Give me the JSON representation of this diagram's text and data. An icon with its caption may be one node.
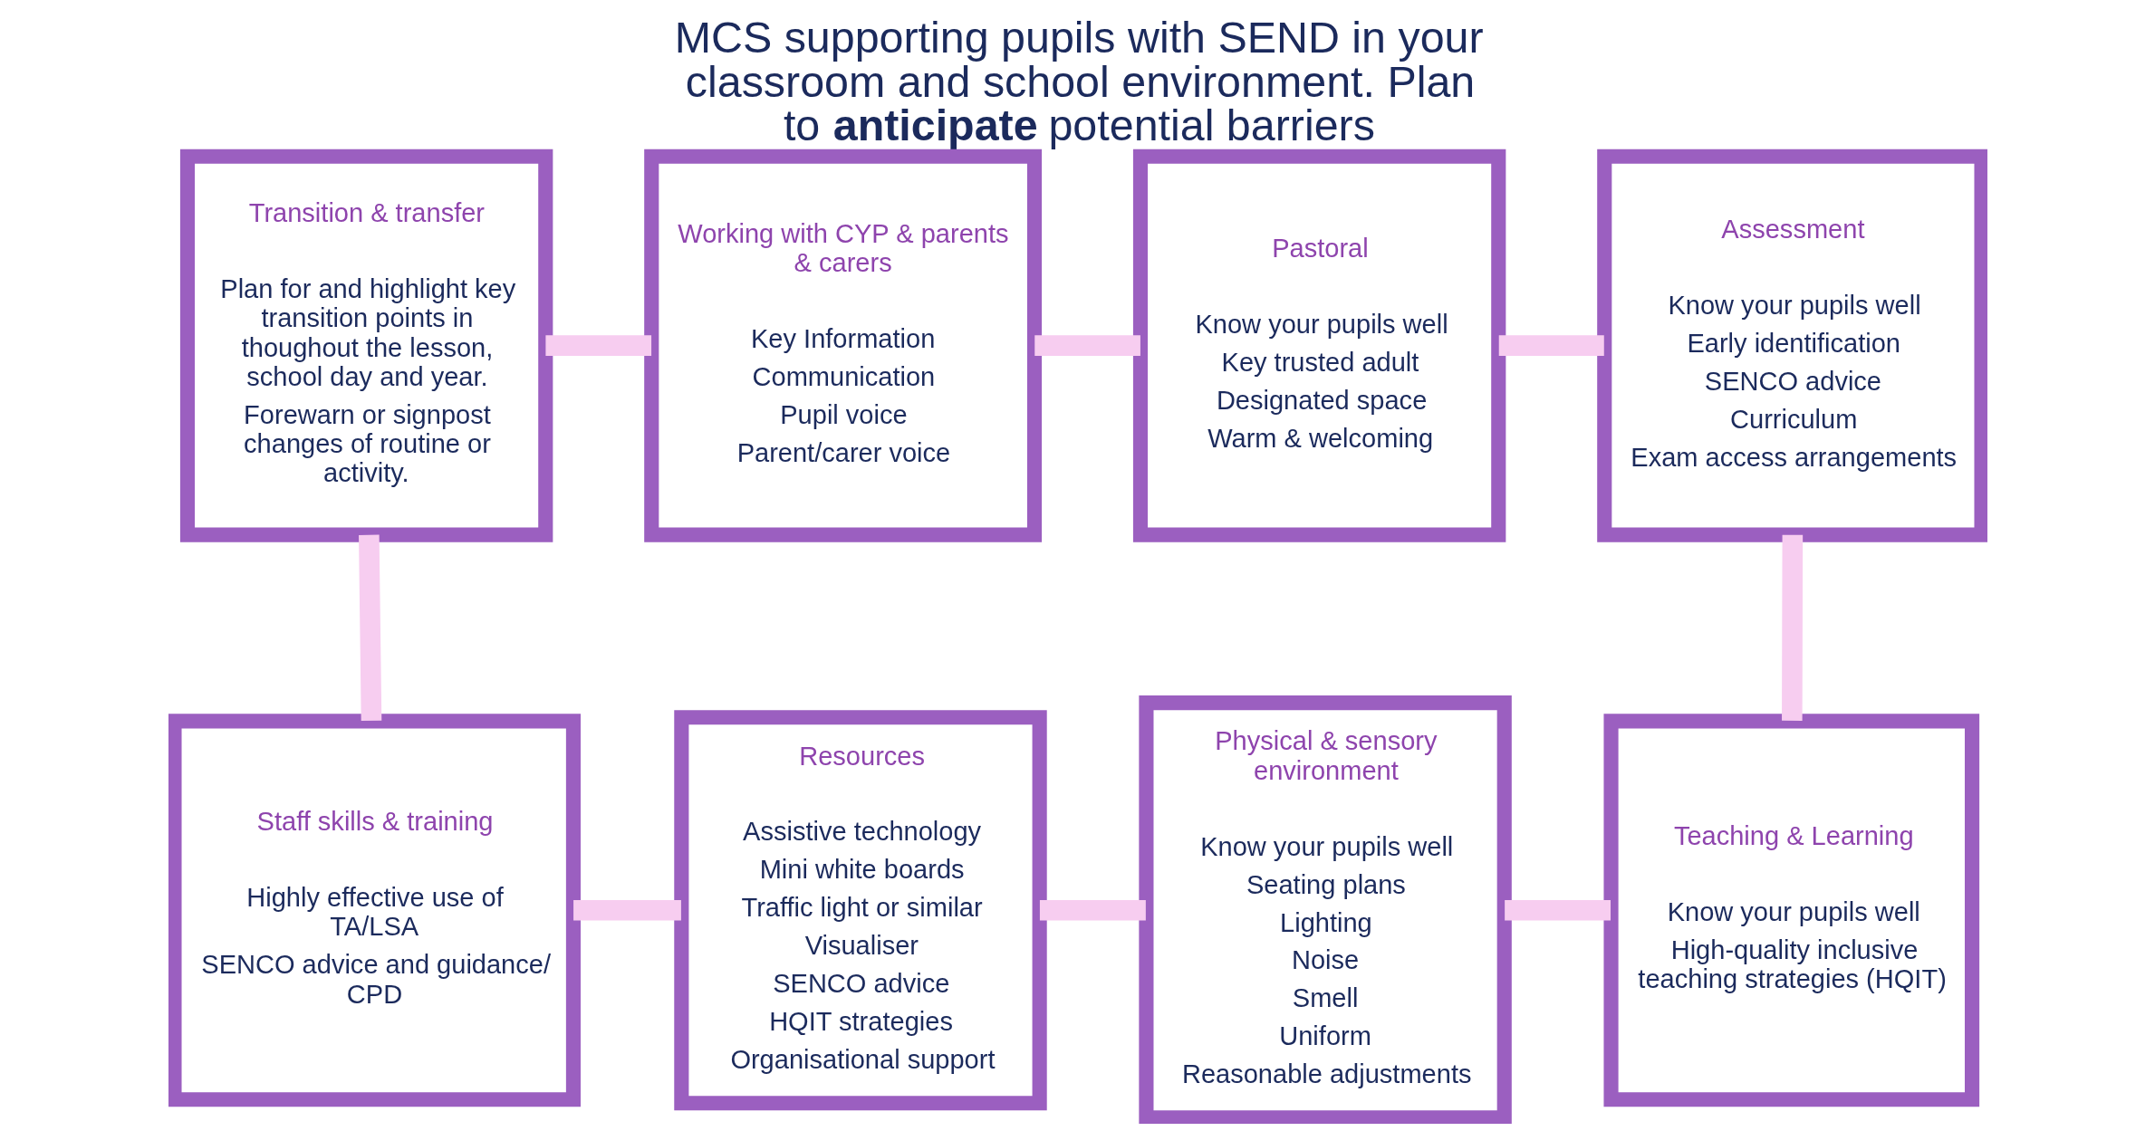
{
  "diagram": {
    "title": "MCS supporting pupils with SEND in your classroom and school environment. Plan to **anticipate** potential barriers",
    "nodes": [
      {
        "text": [
          "Transition & transfer",
          "Plan for and highlight key transition points in thoughout the lesson, school day and year.",
          "Forewarn or signpost changes of routine or activity."
        ]
      },
      {
        "text": [
          "Working with CYP & parents & carers",
          "Key Information",
          "Communication",
          "Pupil voice",
          "Parent/carer voice"
        ]
      },
      {
        "text": [
          "Pastoral",
          "Know your pupils well",
          "Key trusted adult",
          "Designated space",
          "Warm & welcoming"
        ]
      },
      {
        "text": [
          "Assessment",
          "Know your pupils well",
          "Early identification",
          "SENCO advice",
          "Curriculum",
          "Exam access arrangements"
        ]
      },
      {
        "text": [
          "Staff skills & training",
          "Highly effective use of TA/LSA",
          "SENCO advice and guidance/ CPD"
        ]
      },
      {
        "text": [
          "Resources",
          "Assistive technology",
          "Mini white boards",
          "Traffic light or similar",
          "Visualiser",
          "SENCO advice",
          "HQIT strategies",
          "Organisational support"
        ]
      },
      {
        "text": [
          "Physical & sensory environment",
          "Know your pupils well",
          "Seating plans",
          "Lighting",
          "Noise",
          "Smell",
          "Uniform",
          "Reasonable adjustments"
        ]
      },
      {
        "text": [
          "Teaching & Learning",
          "Know your pupils well",
          "High-quality inclusive teaching strategies (HQIT)"
        ]
      }
    ],
    "edges": [
      {
        "from": 0,
        "to": 1,
        "arrow": "none"
      },
      {
        "from": 1,
        "to": 2,
        "arrow": "none"
      },
      {
        "from": 2,
        "to": 3,
        "arrow": "none"
      },
      {
        "from": 3,
        "to": 7,
        "arrow": "none"
      },
      {
        "from": 4,
        "to": 5,
        "arrow": "none"
      },
      {
        "from": 5,
        "to": 6,
        "arrow": "none"
      },
      {
        "from": 6,
        "to": 7,
        "arrow": "none"
      },
      {
        "from": 0,
        "to": 4,
        "arrow": "none"
      }
    ]
  }
}
